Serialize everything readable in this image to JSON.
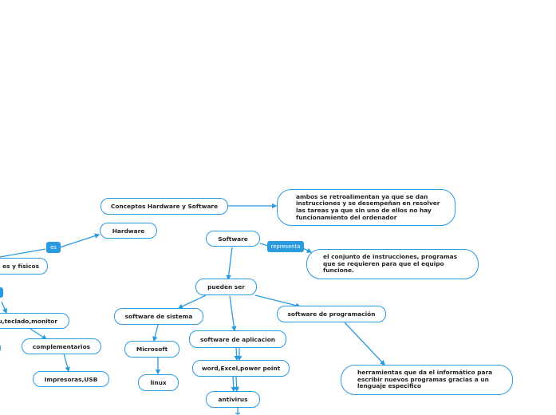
{
  "nodes": {
    "conceptos": "Conceptos Hardware y Software",
    "ambos": "ambos se retroalimentan ya que se dan instrucciones y se desempeñan en resolver las tareas ya que sin uno de ellos no hay funcionamiento del ordenador",
    "hardware": "Hardware",
    "fisicos": "es y físicos",
    "cpu": "pu,teclado,monitor",
    "complementarios": "complementarios",
    "impresoras": "Impresoras,USB",
    "software": "Software",
    "conjunto": "el conjunto de instrucciones, programas que se requieren para que el equipo funcione.",
    "pueden_ser": "pueden ser",
    "sistema": "software de sistema",
    "microsoft": "Microsoft",
    "linux": "linux",
    "aplicacion": "software de aplicacion",
    "word": "word,Excel,power point",
    "antivirus": "antivirus",
    "programacion": "software de programación",
    "herramientas": "herramientas que da el informático para escribir nuevos programas gracias a un lenguaje especifico"
  },
  "tags": {
    "es": "es",
    "representa": "representa"
  },
  "colors": {
    "accent": "#2b9be0",
    "text": "#222222",
    "background": "#ffffff"
  }
}
